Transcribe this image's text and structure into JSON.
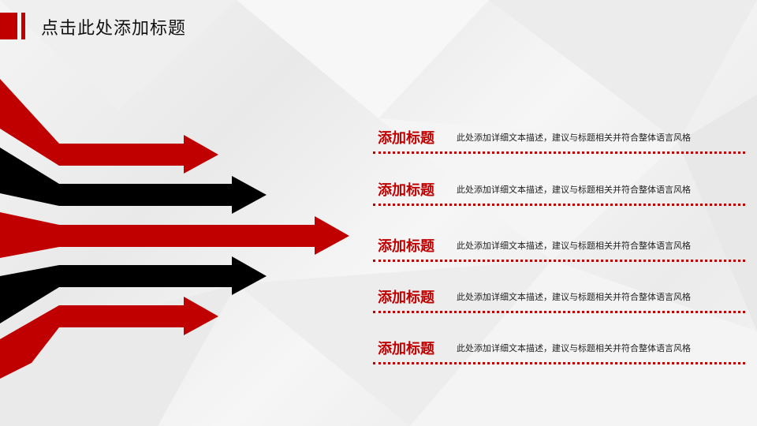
{
  "header": {
    "title": "点击此处添加标题"
  },
  "colors": {
    "accent": "#c00000",
    "dark": "#000000"
  },
  "items": [
    {
      "title": "添加标题",
      "desc": "此处添加详细文本描述，建议与标题相关并符合整体语言风格"
    },
    {
      "title": "添加标题",
      "desc": "此处添加详细文本描述，建议与标题相关并符合整体语言风格"
    },
    {
      "title": "添加标题",
      "desc": "此处添加详细文本描述，建议与标题相关并符合整体语言风格"
    },
    {
      "title": "添加标题",
      "desc": "此处添加详细文本描述，建议与标题相关并符合整体语言风格"
    },
    {
      "title": "添加标题",
      "desc": "此处添加详细文本描述，建议与标题相关并符合整体语言风格"
    }
  ]
}
